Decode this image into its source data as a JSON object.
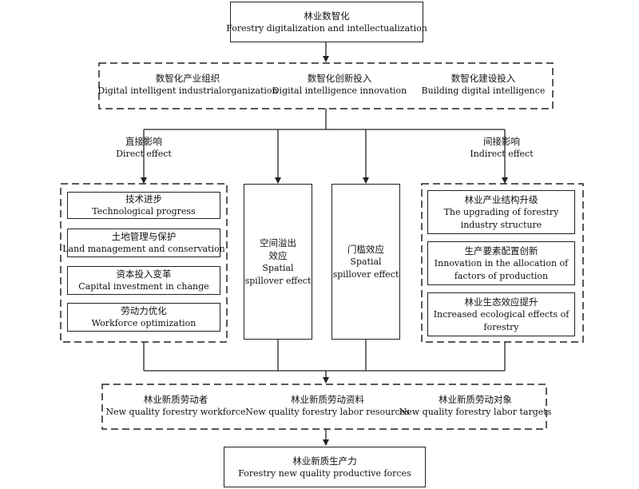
{
  "top": {
    "zh": "林业数智化",
    "en": "Forestry digitalization and intellectualization"
  },
  "inputs": [
    {
      "zh": "数智化产业组织",
      "en": "Digital intelligent industrialorganization"
    },
    {
      "zh": "数智化创新投入",
      "en": "Digital intelligence innovation"
    },
    {
      "zh": "数智化建设投入",
      "en": "Building digital intelligence"
    }
  ],
  "direct": {
    "zh": "直接影响",
    "en": "Direct effect"
  },
  "indirect": {
    "zh": "间接影响",
    "en": "Indirect effect"
  },
  "direct_items": [
    {
      "zh": "技术进步",
      "en": "Technological progress"
    },
    {
      "zh": "土地管理与保护",
      "en": "Land management and conservation"
    },
    {
      "zh": "资本投入变革",
      "en": "Capital investment in change"
    },
    {
      "zh": "劳动力优化",
      "en": "Workforce optimization"
    }
  ],
  "spatial": {
    "zh1": "空间溢出",
    "zh2": "效应",
    "en1": "Spatial",
    "en2": "spillover effect"
  },
  "threshold": {
    "zh": "门槛效应",
    "en1": "Spatial",
    "en2": "spillover effect"
  },
  "indirect_items": [
    {
      "zh": "林业产业结构升级",
      "en": "The upgrading of forestry industry structure"
    },
    {
      "zh": "生产要素配置创新",
      "en": "Innovation in the allocation of factors of production"
    },
    {
      "zh": "林业生态效应提升",
      "en": "Increased ecological effects of forestry"
    }
  ],
  "outputs": [
    {
      "zh": "林业新质劳动者",
      "en": "New quality forestry workforce"
    },
    {
      "zh": "林业新质劳动资料",
      "en": "New quality forestry labor resources"
    },
    {
      "zh": "林业新质劳动对象",
      "en": "New quality forestry labor targets"
    }
  ],
  "bottom": {
    "zh": "林业新质生产力",
    "en": "Forestry new quality productive forces"
  }
}
